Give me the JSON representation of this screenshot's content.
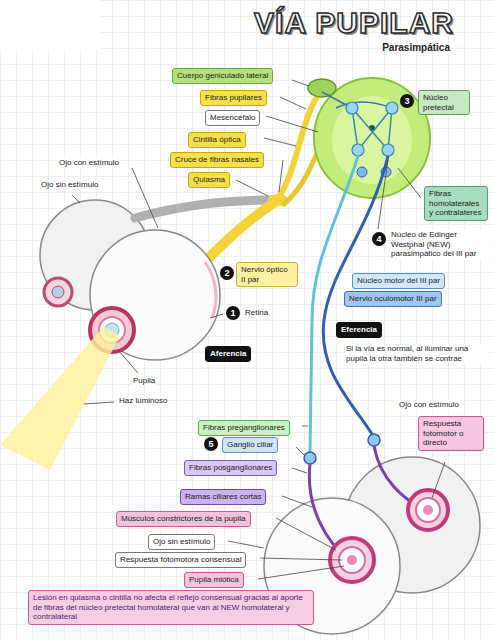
{
  "diagram": {
    "title": "VÍA PUPILAR",
    "nodes": [
      {
        "text": [
          "Cuerpo geniculado lateral"
        ]
      },
      {
        "text": [
          "Fibras pupilares"
        ]
      },
      {
        "text": [
          "Mesencéfalo"
        ]
      },
      {
        "text": [
          "Núcleo pretectal"
        ]
      },
      {
        "text": [
          "Cintilla óptica"
        ]
      },
      {
        "text": [
          "Cruce de fibras nasales"
        ]
      },
      {
        "text": [
          "Quiasma"
        ]
      },
      {
        "text": [
          "Fibras homolaterales y contralateres"
        ]
      },
      {
        "text": [
          "Nervio óptico II par"
        ]
      },
      {
        "text": [
          "Núcleo motor del III par"
        ]
      },
      {
        "text": [
          "Nervio oculomotor III par"
        ]
      },
      {
        "text": [
          "Aferencia"
        ]
      },
      {
        "text": [
          "Eferencia"
        ]
      },
      {
        "text": [
          "Respuesta fotomotor o directo"
        ]
      },
      {
        "text": [
          "Fibras preganglionares"
        ]
      },
      {
        "text": [
          "Ganglio ciliar"
        ]
      },
      {
        "text": [
          "Fibras posganglionares"
        ]
      },
      {
        "text": [
          "Ramas ciliares cortas"
        ]
      },
      {
        "text": [
          "Músculos constrictores de la pupila"
        ]
      },
      {
        "text": [
          "Ojo sin estímulo"
        ]
      },
      {
        "text": [
          "Respuesta fotomotora consensual"
        ]
      },
      {
        "text": [
          "Pupila miótica"
        ]
      },
      {
        "text": [
          "Lesión en quiasma o cintilla no afecta el reflejo consensual gracias al aporte de fibras del núcleo pretectal homolateral que van al NEW homolateral y contralateral"
        ]
      }
    ],
    "labels": [
      "Parasimpática",
      "3",
      "Ojo con estímulo",
      "Ojo sin estímulo",
      "4",
      "Núcleo de Edinger Westphal (NEW) parasimpático del III par",
      "2",
      "1",
      "Retina",
      "Si la vía es normal, al iluminar una pupila la otra también se contrae",
      "Pupila",
      "Haz luminoso",
      "Ojo con estímulo",
      "5"
    ]
  }
}
